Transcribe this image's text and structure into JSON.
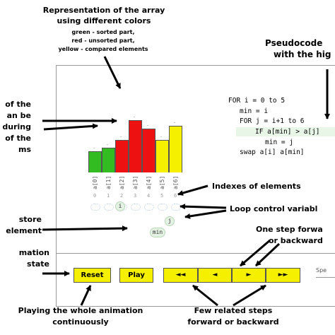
{
  "callouts": {
    "representation_title": [
      "Representation of the array",
      "using different colors"
    ],
    "representation_legend": [
      "green - sorted part,",
      "red - unsorted part,",
      "yellow - compared elements"
    ],
    "pseudocode": [
      "Pseudocode",
      "with the hig"
    ],
    "left_values": [
      "of the",
      "an be",
      "d during",
      "of the",
      "ms"
    ],
    "indexes": "Indexes of elements",
    "loop": "Loop control variabl",
    "store": [
      "store",
      "element"
    ],
    "one_step": [
      "One step forwa",
      "or backward"
    ],
    "animation": [
      "mation",
      "state"
    ],
    "playing": [
      "Playing the whole animation",
      "continuously"
    ],
    "few_steps": [
      "Few related steps",
      "forward or backward"
    ]
  },
  "pseudocode_lines": [
    "FOR i = 0 to 5",
    "min = i",
    "FOR j = i+1 to 6",
    "IF a[min] > a[j]",
    "min = j",
    "swap a[i] a[min]"
  ],
  "array": {
    "labels": [
      "a[0]",
      "a[1]",
      "a[2]",
      "a[3]",
      "a[4]",
      "a[5]",
      "a[6]"
    ],
    "indexes": [
      "0",
      "1",
      "2",
      "3",
      "4",
      "5",
      "6"
    ],
    "relative_heights": [
      0.38,
      0.44,
      0.58,
      0.93,
      0.78,
      0.58,
      0.82
    ],
    "states": [
      "sorted",
      "sorted",
      "unsorted",
      "unsorted",
      "unsorted",
      "compared",
      "compared"
    ],
    "colors": {
      "sorted": "#33bb22",
      "unsorted": "#ee1111",
      "compared": "#f5f000"
    }
  },
  "vars": {
    "i": "i",
    "j": "j",
    "min": "min"
  },
  "controls": {
    "reset": "Reset",
    "play": "Play",
    "nav": [
      "◄◄",
      "◄",
      "►",
      "►►"
    ],
    "speed": "Spe"
  }
}
